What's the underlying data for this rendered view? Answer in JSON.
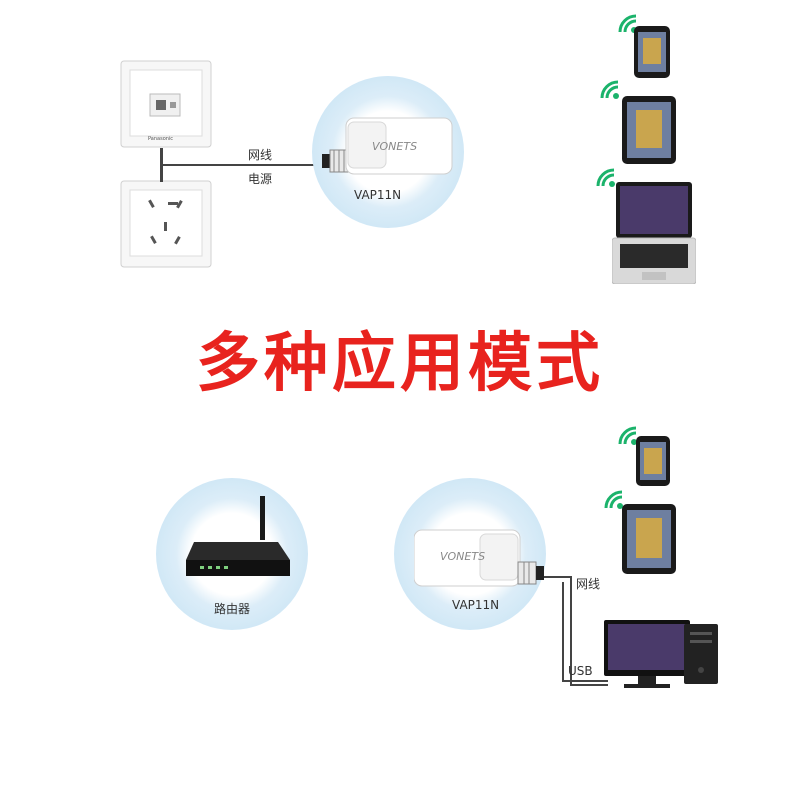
{
  "headline": "多种应用模式",
  "top_scene": {
    "cable_label_network": "网线",
    "cable_label_power": "电源",
    "adapter_label": "VAP11N",
    "adapter_logo": "VONETS",
    "panel_brand": "Panasonic"
  },
  "bottom_scene": {
    "router_label": "路由器",
    "adapter_label": "VAP11N",
    "adapter_logo": "VONETS",
    "cable_label_network": "网线",
    "cable_label_usb": "USB"
  },
  "colors": {
    "headline": "#e8231e",
    "halo": "#bfe0f3",
    "wifi": "#1bb36b"
  },
  "icons": [
    "wifi-icon",
    "phone-icon",
    "tablet-icon",
    "laptop-icon",
    "router-icon",
    "desktop-monitor-icon",
    "pc-tower-icon",
    "wall-socket-icon",
    "ethernet-wall-plate-icon"
  ]
}
